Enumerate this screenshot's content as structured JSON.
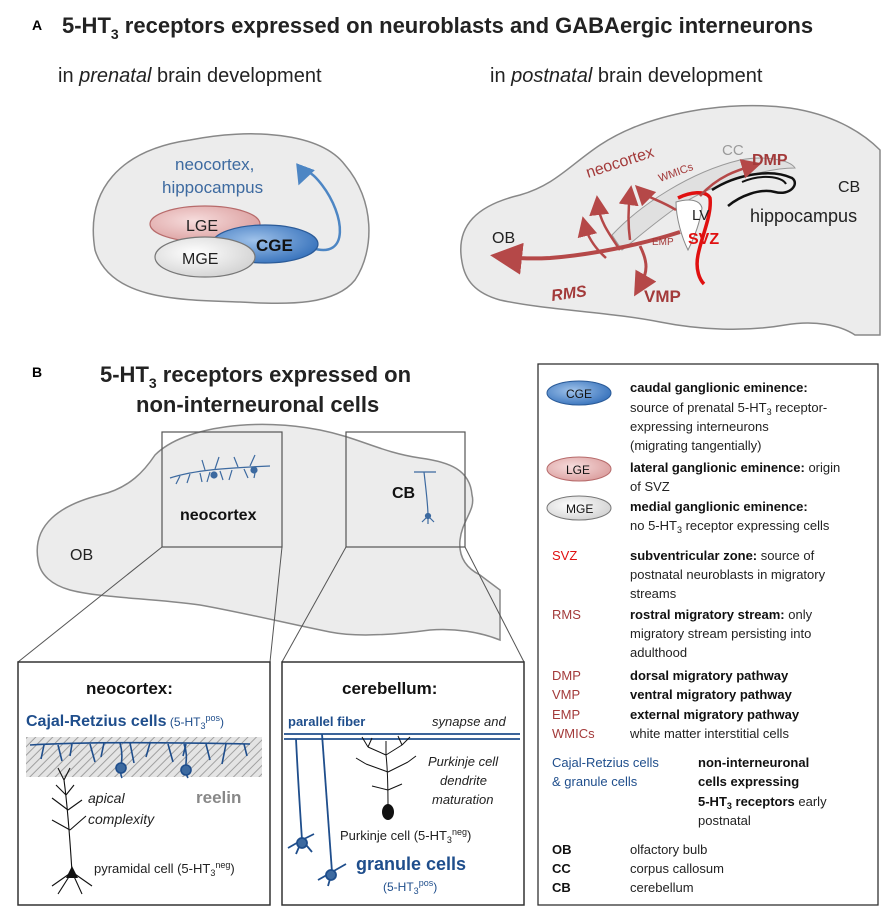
{
  "panel_a": {
    "letter": "A",
    "title_main": "5-HT",
    "title_sub": "3",
    "title_rest": " receptors expressed on neuroblasts and GABAergic interneurons",
    "pre_in": "in ",
    "pre_word": "prenatal",
    "pre_rest": " brain development",
    "post_in": "in ",
    "post_word": "postnatal",
    "post_rest": " brain development",
    "prenatal": {
      "neocortex": "neocortex,",
      "hippocampus": "hippocampus",
      "lge": "LGE",
      "mge": "MGE",
      "cge": "CGE"
    },
    "postnatal": {
      "neocortex": "neocortex",
      "wmics": "WMICs",
      "cc": "CC",
      "dmp": "DMP",
      "cb": "CB",
      "lv": "LV",
      "hippocampus": "hippocampus",
      "ob": "OB",
      "emp": "EMP",
      "svz": "SVZ",
      "rms": "RMS",
      "vmp": "VMP"
    }
  },
  "panel_b": {
    "letter": "B",
    "title_l1_main": "5-HT",
    "title_l1_sub": "3",
    "title_l1_rest": " receptors expressed on",
    "title_l2": "non-interneuronal cells",
    "brain": {
      "neocortex": "neocortex",
      "cb": "CB",
      "ob": "OB"
    },
    "neo_box": {
      "title": "neocortex:",
      "cajal": "Cajal-Retzius cells",
      "cajal_paren_open": " (5-HT",
      "cajal_sub": "3",
      "cajal_sup": "pos",
      "cajal_paren_close": ")",
      "reelin": "reelin",
      "apical_1": "apical",
      "apical_2": "complexity",
      "pyr": "pyramidal cell (5-HT",
      "pyr_sub": "3",
      "pyr_sup": "neg",
      "pyr_close": ")"
    },
    "cb_box": {
      "title": "cerebellum:",
      "parallel": "parallel fiber",
      "synapse": "synapse and",
      "purk_1": "Purkinje cell",
      "purk_2": "dendrite",
      "purk_3": "maturation",
      "purk_cell": "Purkinje cell (5-HT",
      "purk_sub": "3",
      "purk_sup": "neg",
      "purk_close": ")",
      "granule": "granule cells",
      "gran_open": "(5-HT",
      "gran_sub": "3",
      "gran_sup": "pos",
      "gran_close": ")"
    }
  },
  "legend": {
    "cge_badge": "CGE",
    "cge_bold": "caudal ganglionic eminence:",
    "cge_l2": "source of prenatal 5-HT",
    "cge_l2_sub": "3",
    "cge_l2_rest": " receptor-",
    "cge_l3": "expressing interneurons",
    "cge_l4": "(migrating tangentially)",
    "lge_badge": "LGE",
    "lge_bold": "lateral ganglionic eminence:",
    "lge_rest": " origin",
    "lge_l2": "of SVZ",
    "mge_badge": "MGE",
    "mge_bold": "medial ganglionic eminence:",
    "mge_l2": "no 5-HT",
    "mge_l2_sub": "3",
    "mge_l2_rest": " receptor expressing cells",
    "svz_abbr": "SVZ",
    "svz_bold": "subventricular zone:",
    "svz_rest": " source of",
    "svz_l2": "postnatal neuroblasts in migratory",
    "svz_l3": "streams",
    "rms_abbr": "RMS",
    "rms_bold": "rostral migratory stream:",
    "rms_rest": " only",
    "rms_l2": "migratory stream persisting into",
    "rms_l3": "adulthood",
    "dmp_abbr": "DMP",
    "dmp_text": "dorsal migratory pathway",
    "vmp_abbr": "VMP",
    "vmp_text": "ventral migratory pathway",
    "emp_abbr": "EMP",
    "emp_text": "external migratory pathway",
    "wmics_abbr": "WMICs",
    "wmics_text": "white matter interstitial cells",
    "cr_abbr_1": "Cajal-Retzius cells",
    "cr_abbr_2": "& granule cells",
    "cr_l1": "non-interneuronal",
    "cr_l2": "cells expressing",
    "cr_l3_bold": "5-HT",
    "cr_l3_sub": "3",
    "cr_l3_bold2": " receptors",
    "cr_l3_rest": " early",
    "cr_l4": "postnatal",
    "ob_abbr": "OB",
    "ob_text": "olfactory bulb",
    "cc_abbr": "CC",
    "cc_text": "corpus callosum",
    "cb_abbr": "CB",
    "cb_text": "cerebellum"
  },
  "colors": {
    "blue_text": "#3d6aa0",
    "dark_blue": "#1f4e8c",
    "red_dark": "#a33a3a",
    "red_bright": "#e01010",
    "brain_fill": "#ececec",
    "lge_fill": "#e8b4b4",
    "cge_fill": "#4f86c8"
  }
}
